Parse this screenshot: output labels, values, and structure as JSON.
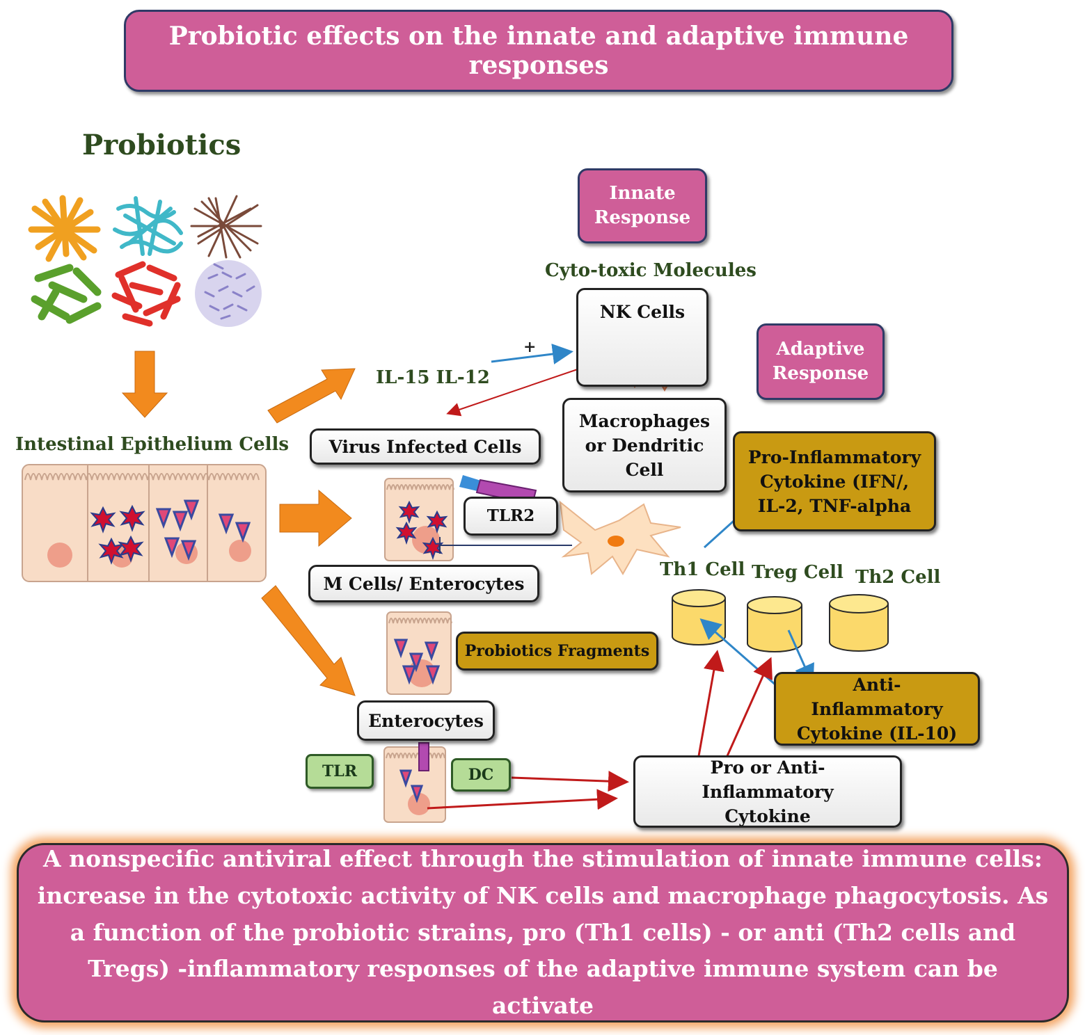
{
  "title": "Probiotic effects on the innate and adaptive immune responses",
  "probiotics_label": "Probiotics",
  "epithelium_label": "Intestinal Epithelium Cells",
  "innate_response": "Innate Response",
  "adaptive_response": "Adaptive Response",
  "cytotoxic_label": "Cyto-toxic Molecules",
  "nk_cells": "NK Cells",
  "il_label": "IL-15 IL-12",
  "plus_sign": "+",
  "virus_infected": "Virus Infected Cells",
  "macrophages": "Macrophages or Dendritic Cell",
  "pro_inflammatory": "Pro-Inflammatory Cytokine (IFN/, IL-2, TNF-alpha",
  "tlr2": "TLR2",
  "m_cells": "M Cells/ Enterocytes",
  "th1": "Th1 Cell",
  "treg": "Treg Cell",
  "th2": "Th2 Cell",
  "probiotics_fragments": "Probiotics Fragments",
  "anti_inflammatory": "Anti-Inflammatory Cytokine (IL-10)",
  "enterocytes": "Enterocytes",
  "tlr": "TLR",
  "dc": "DC",
  "pro_or_anti": "Pro or Anti-Inflammatory Cytokine",
  "summary": "A nonspecific antiviral effect through the stimulation of innate immune cells: increase in the cytotoxic activity of NK cells and macrophage phagocytosis. As a function of the probiotic strains, pro (Th1 cells) - or anti (Th2 cells and Tregs) -inflammatory responses of the adaptive immune system can be activate",
  "colors": {
    "pink": "#cf5e98",
    "gold": "#c99a12",
    "green_box": "#b5dc97",
    "label_green": "#2e4b1f",
    "arrow_orange": "#f28a1e",
    "arrow_blue": "#2f86c8",
    "arrow_red": "#c01a1a",
    "cell_fill": "#f8dcc6",
    "cylinder_fill": "#fbd96b"
  }
}
